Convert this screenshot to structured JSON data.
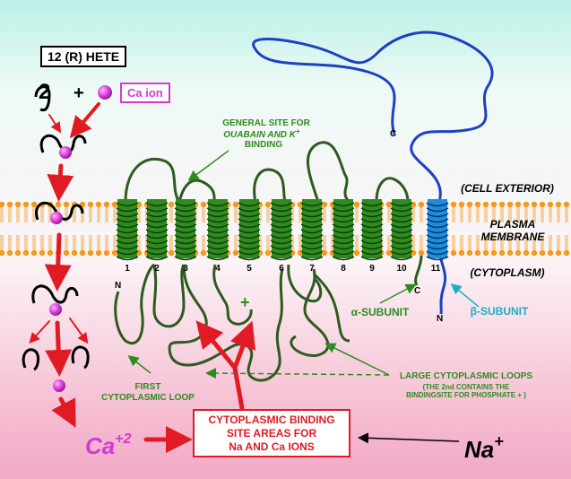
{
  "top_left": {
    "hete_label": "12 (R) HETE",
    "two": "2",
    "plus": "+",
    "ca_ion_label": "Ca ion"
  },
  "cell": {
    "exterior": "(CELL EXTERIOR)",
    "plasma_membrane_line1": "PLASMA",
    "plasma_membrane_line2": "MEMBRANE",
    "cytoplasm": "(CYTOPLASM)"
  },
  "helix_numbers": [
    "1",
    "2",
    "3",
    "4",
    "5",
    "6",
    "7",
    "8",
    "9",
    "10",
    "11"
  ],
  "labels": {
    "general_site_line1": "GENERAL SITE FOR",
    "general_site_line2": "OUABAIN AND K",
    "general_site_sup": "+",
    "general_site_line3": "BINDING",
    "alpha_subunit": "α-SUBUNIT",
    "beta_subunit": "β-SUBUNIT",
    "n_left": "N",
    "n_beta": "N",
    "c_alpha": "C",
    "c_beta": "C",
    "plus_sign": "+",
    "first_loop_line1": "FIRST",
    "first_loop_line2": "CYTOPLASMIC LOOP",
    "large_loops": "LARGE CYTOPLASMIC LOOPS",
    "large_loops_note1": "(THE 2nd CONTAINS THE",
    "large_loops_note2": "BINDINGSITE FOR PHOSPHATE + )"
  },
  "binding_box": {
    "line1": "CYTOPLASMIC BINDING",
    "line2": "SITE AREAS FOR",
    "line3": "Na AND Ca IONS"
  },
  "ions": {
    "ca": "Ca",
    "ca_charge": "+2",
    "na": "Na",
    "na_charge": "+"
  },
  "colors": {
    "helix_green": "#2e8b1f",
    "beta_blue": "#1f3fc4",
    "beta_helix": "#1a8fd8",
    "arrow_red": "#e01b24",
    "calcium_magenta": "#d33ad3",
    "lipid_orange": "#f39a1c"
  }
}
